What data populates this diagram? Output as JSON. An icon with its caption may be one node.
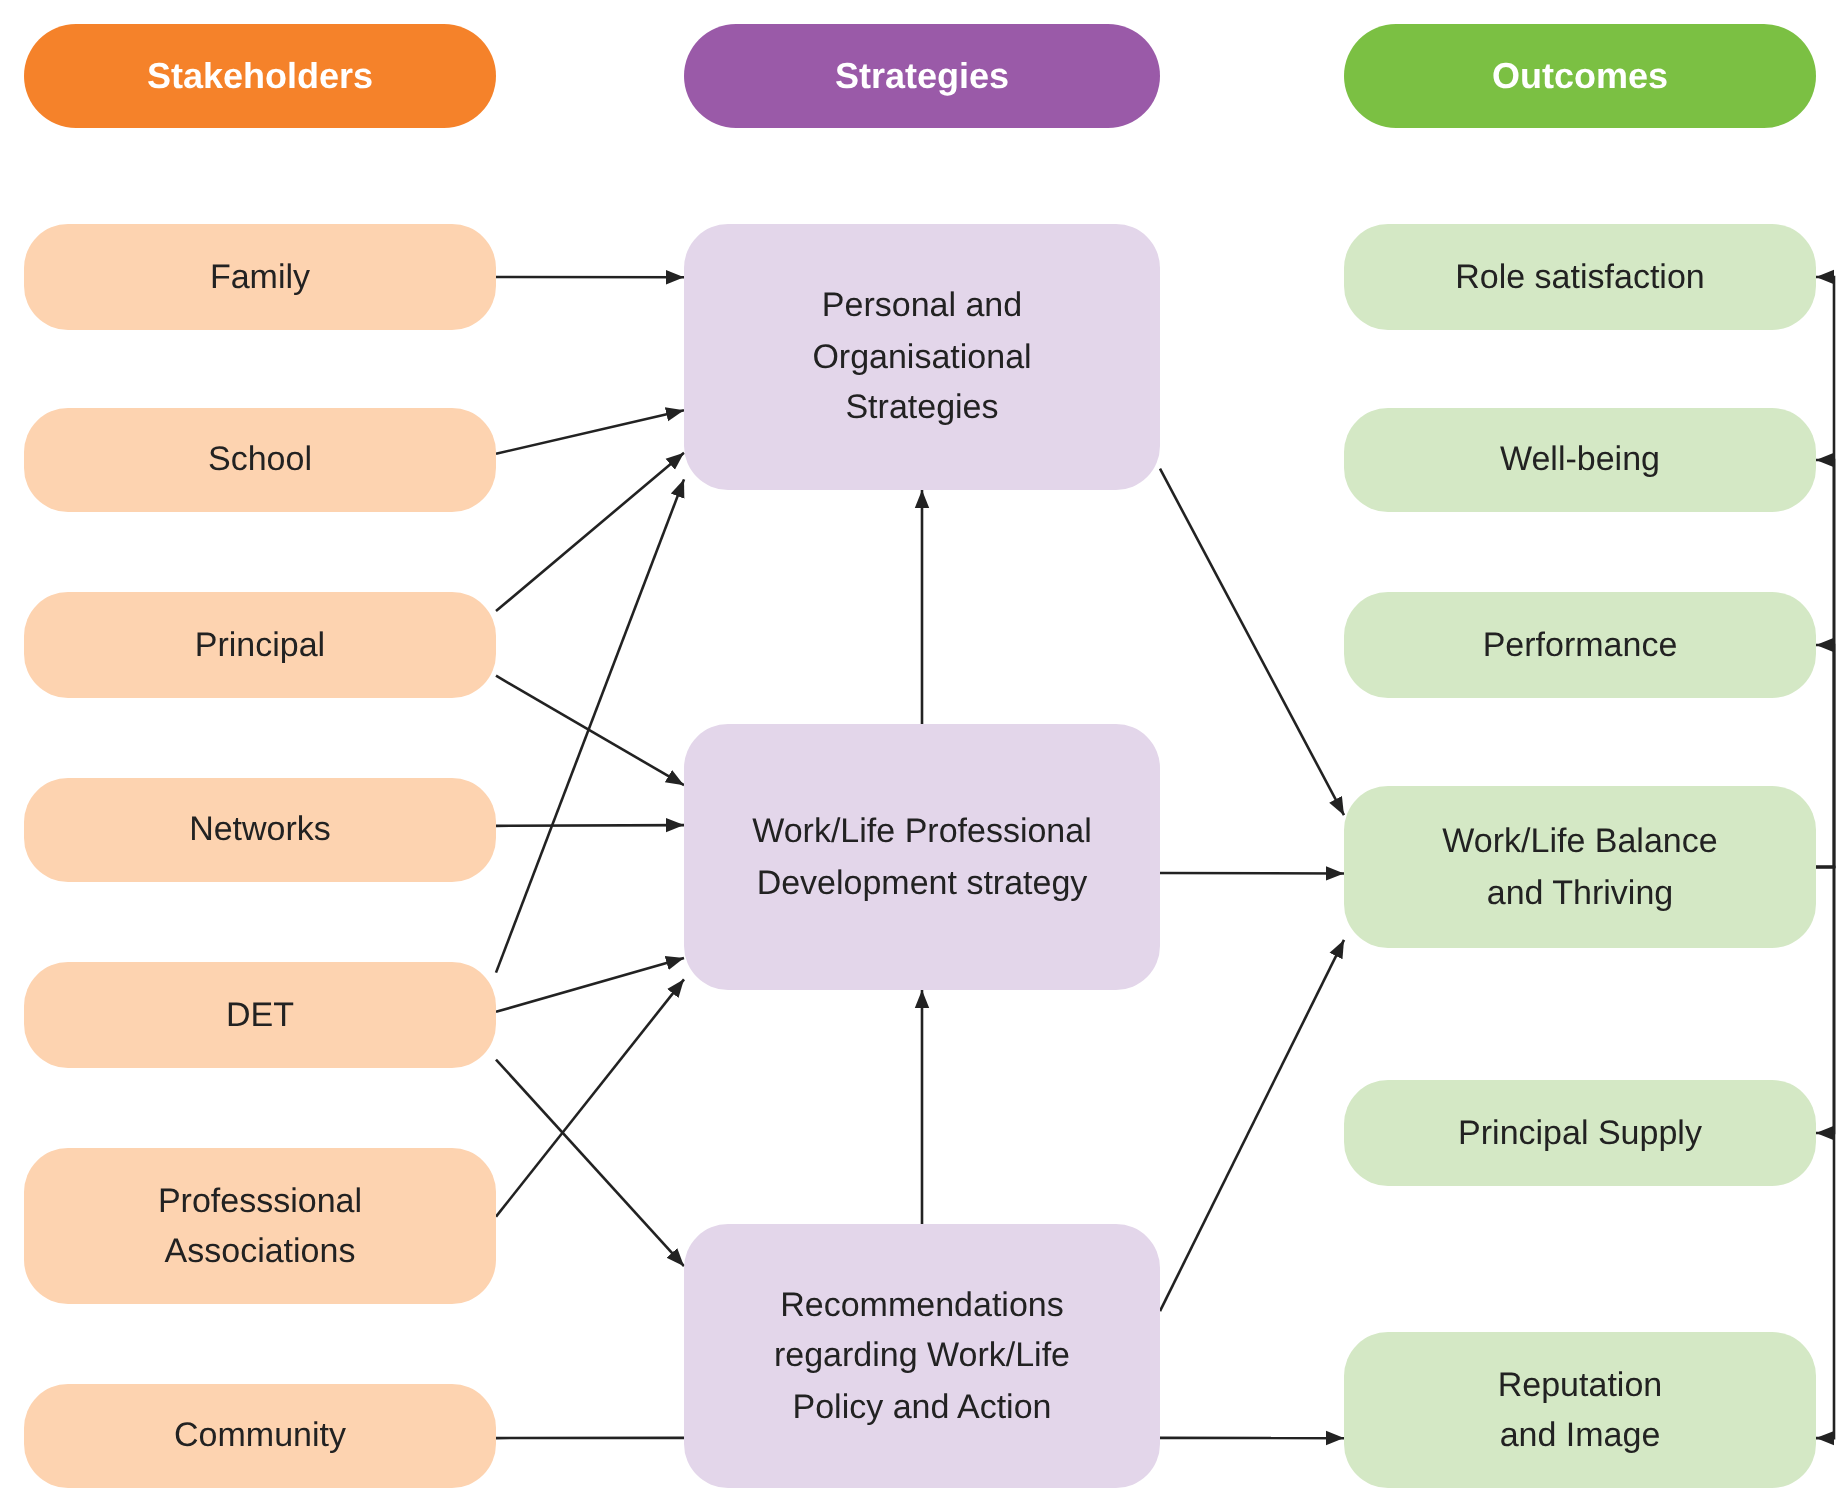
{
  "diagram": {
    "nodes": [
      {
        "text": [
          "Stakeholders"
        ]
      },
      {
        "text": [
          "Strategies"
        ]
      },
      {
        "text": [
          "Outcomes"
        ]
      },
      {
        "text": [
          "Family"
        ]
      },
      {
        "text": [
          "School"
        ]
      },
      {
        "text": [
          "Principal"
        ]
      },
      {
        "text": [
          "Networks"
        ]
      },
      {
        "text": [
          "DET"
        ]
      },
      {
        "text": [
          "Professsional Associations"
        ]
      },
      {
        "text": [
          "Community"
        ]
      },
      {
        "text": [
          "Personal and Organisational Strategies"
        ]
      },
      {
        "text": [
          "Work/Life Professional Development strategy"
        ]
      },
      {
        "text": [
          "Recommendations regarding Work/Life Policy and Action"
        ]
      },
      {
        "text": [
          "Role satisfaction"
        ]
      },
      {
        "text": [
          "Well-being"
        ]
      },
      {
        "text": [
          "Performance"
        ]
      },
      {
        "text": [
          "Work/Life Balance and Thriving"
        ]
      },
      {
        "text": [
          "Principal Supply"
        ]
      },
      {
        "text": [
          "Reputation and Image"
        ]
      }
    ],
    "edges": [
      {
        "from": 3,
        "to": 10,
        "arrow": "to"
      },
      {
        "from": 4,
        "to": 10,
        "arrow": "to"
      },
      {
        "from": 5,
        "to": 10,
        "arrow": "to"
      },
      {
        "from": 5,
        "to": 11,
        "arrow": "to"
      },
      {
        "from": 6,
        "to": 11,
        "arrow": "to"
      },
      {
        "from": 7,
        "to": 10,
        "arrow": "to"
      },
      {
        "from": 7,
        "to": 11,
        "arrow": "to"
      },
      {
        "from": 7,
        "to": 12,
        "arrow": "to"
      },
      {
        "from": 8,
        "to": 11,
        "arrow": "to"
      },
      {
        "from": 9,
        "to": 12,
        "arrow": "none"
      },
      {
        "from": 11,
        "to": 10,
        "arrow": "to"
      },
      {
        "from": 12,
        "to": 11,
        "arrow": "to"
      },
      {
        "from": 10,
        "to": 16,
        "arrow": "to"
      },
      {
        "from": 11,
        "to": 16,
        "arrow": "to"
      },
      {
        "from": 12,
        "to": 16,
        "arrow": "to"
      },
      {
        "from": 12,
        "to": 18,
        "arrow": "to"
      },
      {
        "from": 16,
        "to": 13,
        "arrow": "to"
      },
      {
        "from": 16,
        "to": 14,
        "arrow": "to"
      },
      {
        "from": 16,
        "to": 15,
        "arrow": "to"
      },
      {
        "from": 16,
        "to": 17,
        "arrow": "to"
      },
      {
        "from": 16,
        "to": 18,
        "arrow": "to"
      }
    ]
  }
}
